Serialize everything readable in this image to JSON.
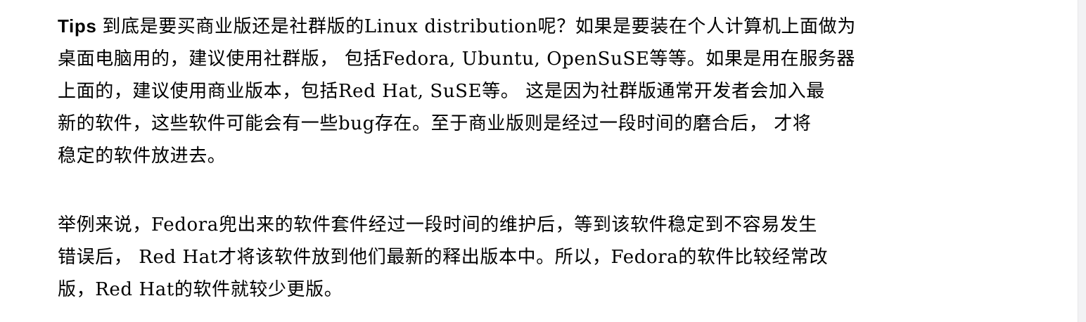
{
  "paragraph1": {
    "label": "Tips",
    "lines": [
      "到底是要买商业版还是社群版的Linux distribution呢？如果是要装在个人计算机上面做为",
      "桌面电脑用的，建议使用社群版， 包括Fedora, Ubuntu, OpenSuSE等等。如果是用在服务器",
      "上面的，建议使用商业版本，包括Red Hat, SuSE等。 这是因为社群版通常开发者会加入最",
      "新的软件，这些软件可能会有一些bug存在。至于商业版则是经过一段时间的磨合后， 才将",
      "稳定的软件放进去。"
    ]
  },
  "paragraph2": {
    "lines": [
      "举例来说，Fedora兜出来的软件套件经过一段时间的维护后，等到该软件稳定到不容易发生",
      "错误后， Red Hat才将该软件放到他们最新的释出版本中。所以，Fedora的软件比较经常改",
      "版，Red Hat的软件就较少更版。"
    ]
  }
}
